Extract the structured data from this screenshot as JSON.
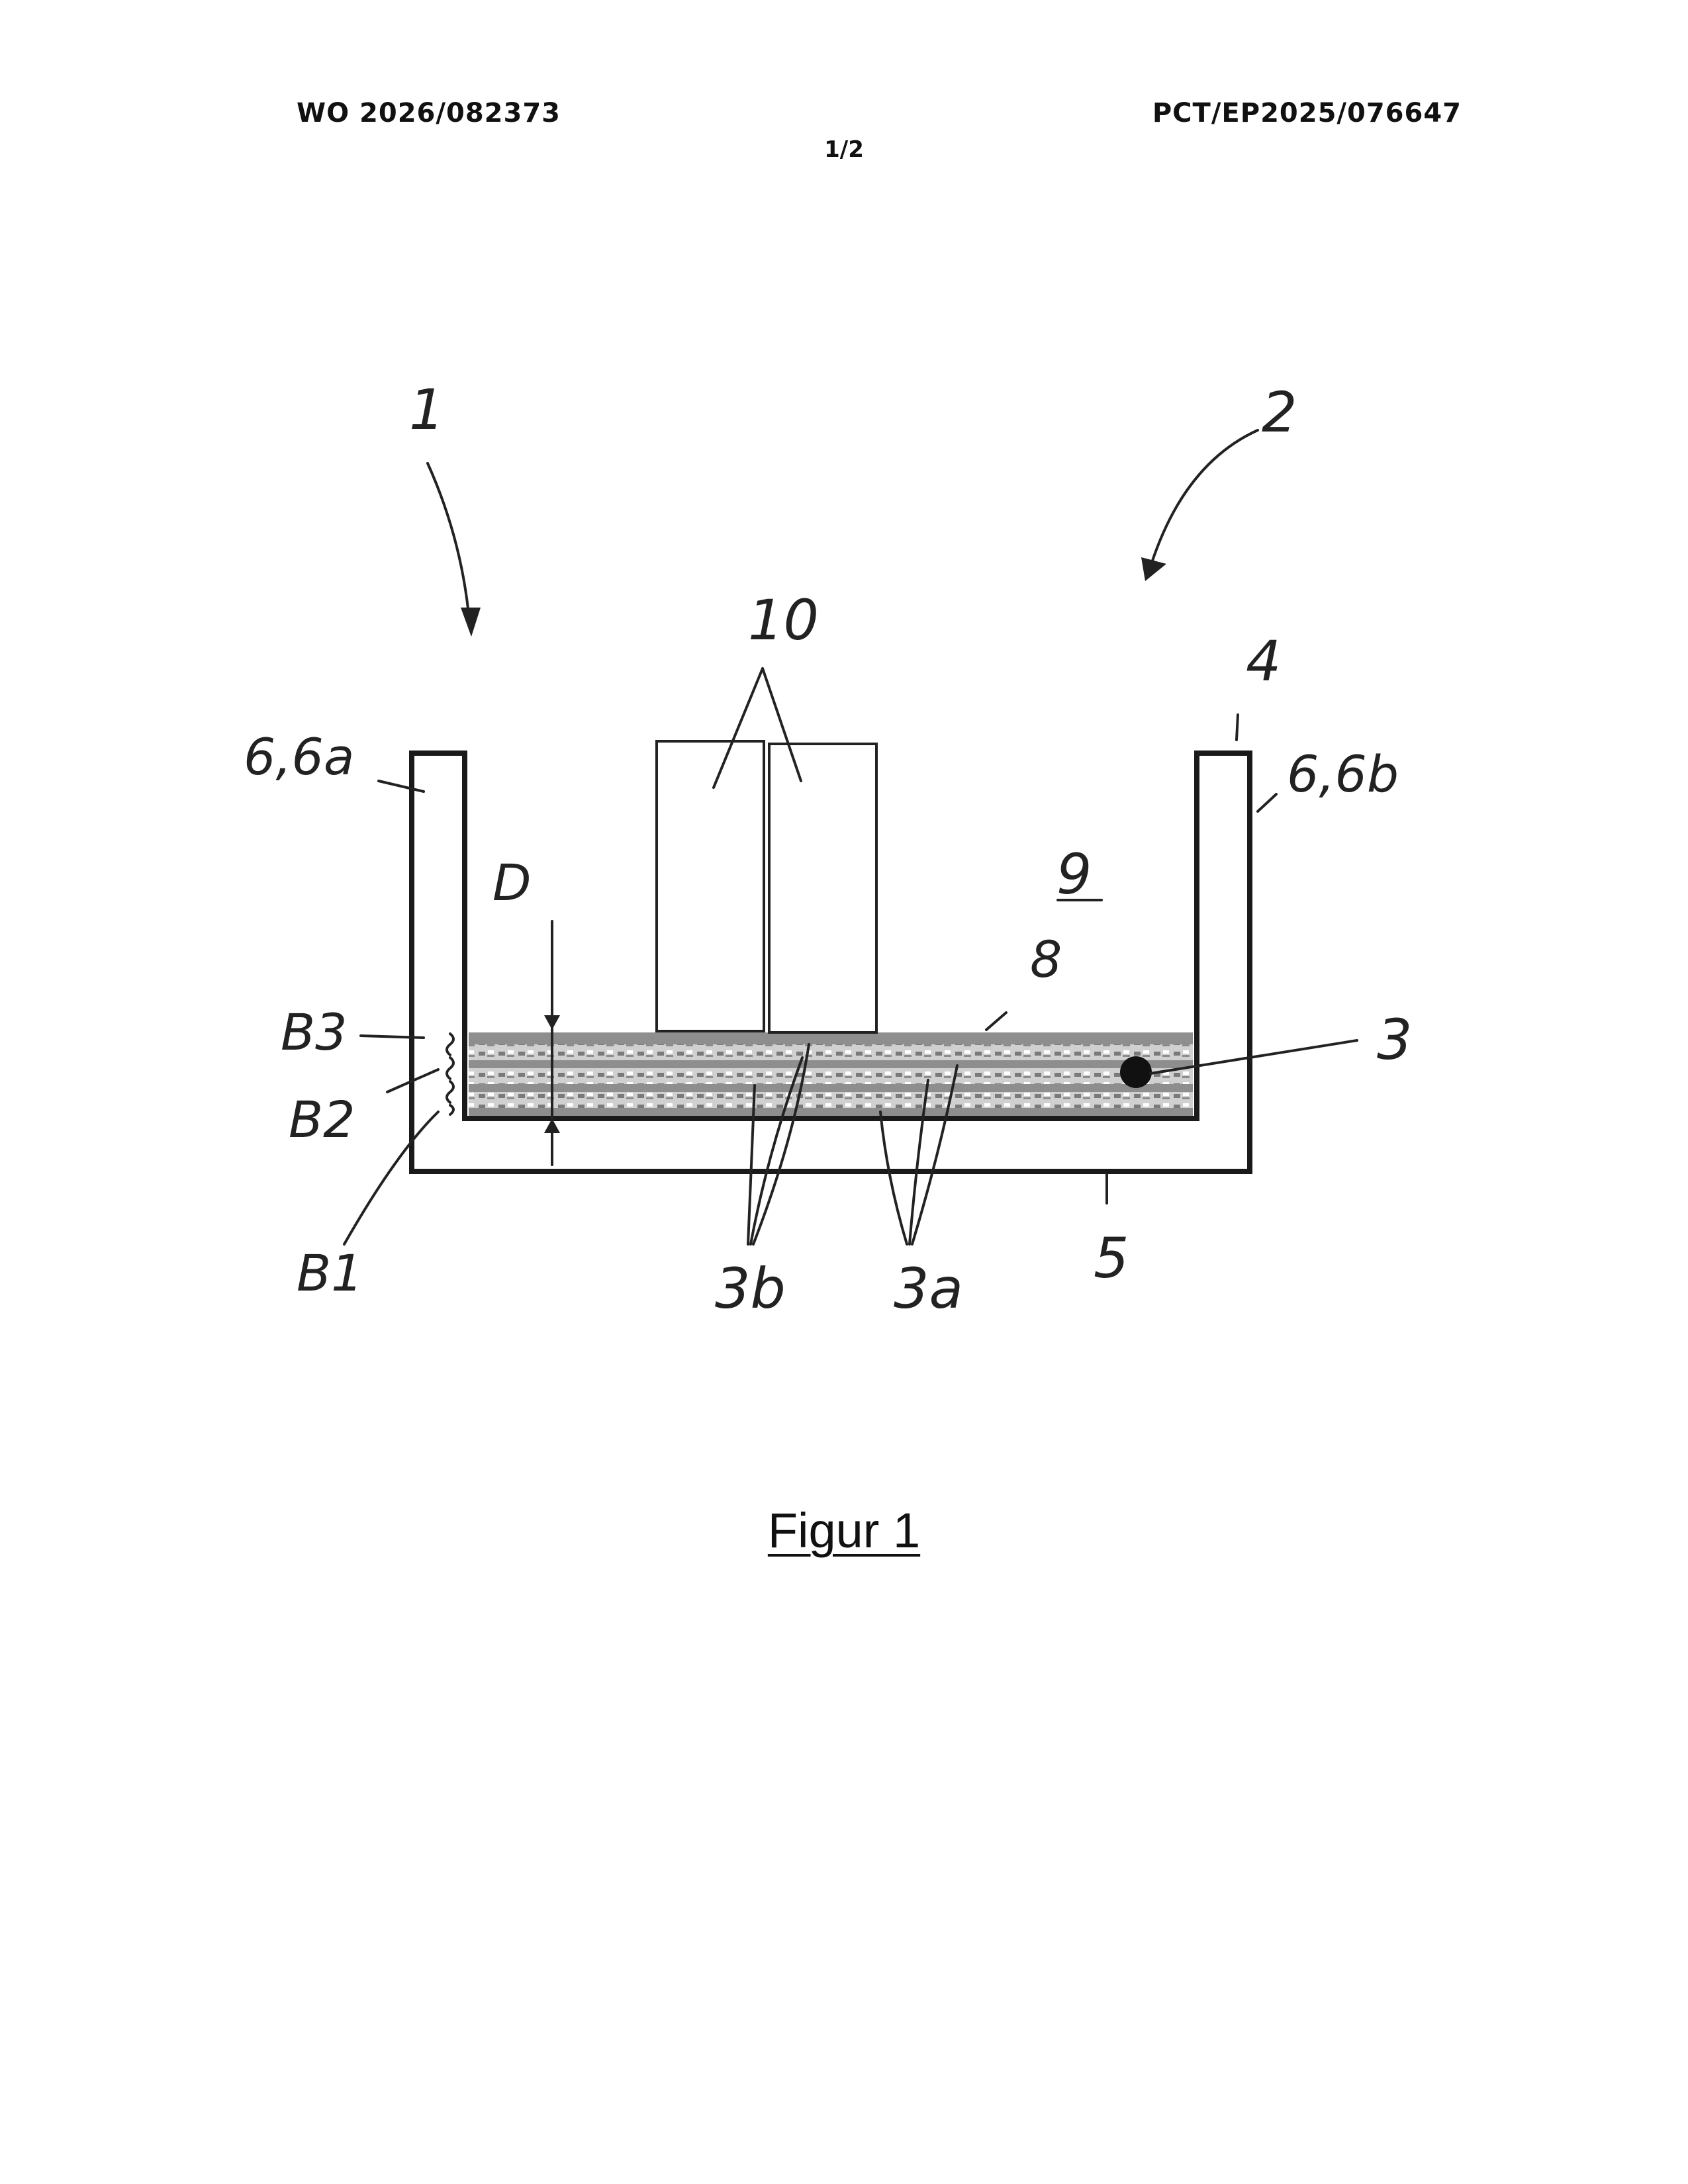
{
  "header": {
    "publication_number": "WO 2026/082373",
    "application_number": "PCT/EP2025/076647",
    "sheet": "1/2"
  },
  "figure": {
    "caption": "Figur 1",
    "labels": {
      "device": "1",
      "arrangement": "2",
      "layer_stack": "3",
      "sublayer_3a": "3a",
      "sublayer_3b": "3b",
      "top_edge": "4",
      "base": "5",
      "wall_left": "6,6a",
      "wall_right": "6,6b",
      "surface": "8",
      "interior_space": "9",
      "blocks": "10",
      "thickness": "D",
      "zone_b1": "B1",
      "zone_b2": "B2",
      "zone_b3": "B3"
    }
  }
}
